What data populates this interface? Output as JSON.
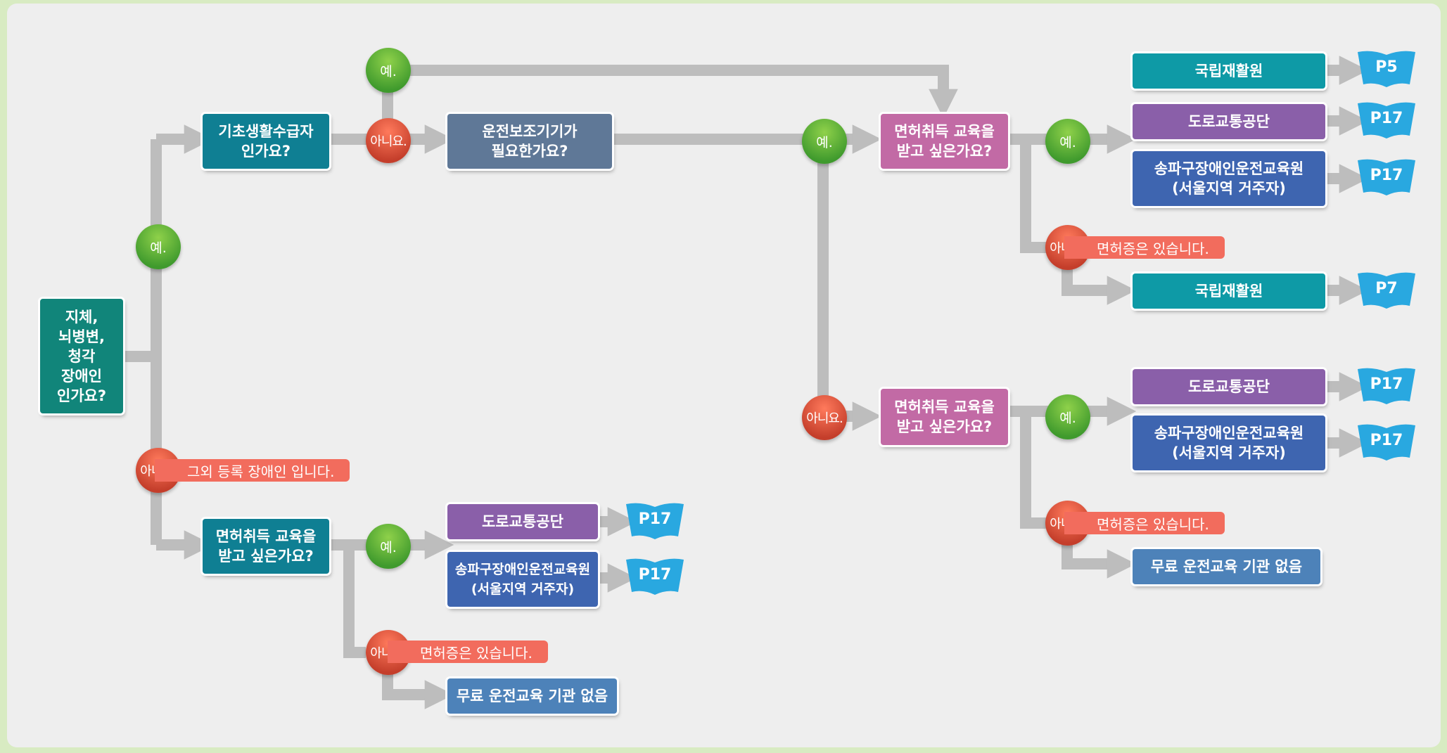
{
  "start": "지체,\n뇌병변,\n청각\n장애인\n인가요?",
  "questions": {
    "basic_livelihood": "기초생활수급자\n인가요?",
    "driving_aid": "운전보조기기가\n필요한가요?",
    "license_edu": "면허취득 교육을\n받고 싶은가요?"
  },
  "answers": {
    "yes": "예.",
    "no": "아니요.",
    "other_registered": "그외 등록 장애인 입니다.",
    "have_license": "면허증은 있습니다."
  },
  "institutions": {
    "national_rehab": "국립재활원",
    "road_traffic": "도로교통공단",
    "songpa": "송파구장애인운전교육원\n(서울지역 거주자)",
    "no_free": "무료 운전교육 기관 없음"
  },
  "pages": {
    "p5": "P5",
    "p7": "P7",
    "p17": "P17"
  },
  "colors": {
    "yes_circle": "#4caf35",
    "no_circle": "#e0533e",
    "connector": "#bdbdbd",
    "question_teal": "#0f7f93",
    "question_pink": "#c26aa5",
    "box_teal": "#0e9aa6",
    "box_purple": "#8a5fa9",
    "box_blue": "#3e65b0",
    "box_steel": "#4d82b9",
    "page_icon": "#29a8e0"
  }
}
